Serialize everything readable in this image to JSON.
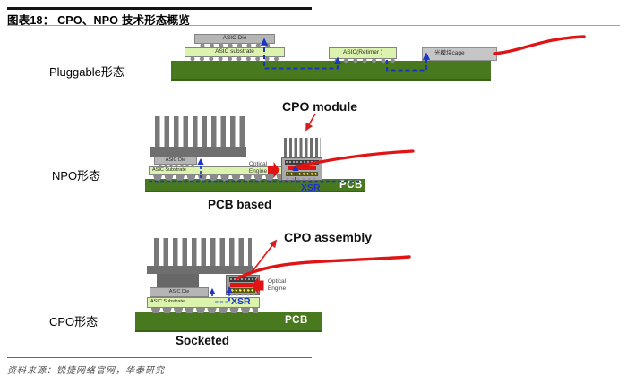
{
  "header": {
    "title": "图表18： CPO、NPO 技术形态概览"
  },
  "footer": {
    "source": "资料来源：锐捷网络官网，华泰研究"
  },
  "colors": {
    "pcb_green": "#49791e",
    "substrate_green": "#dcf3ae",
    "heatsink_gray": "#787878",
    "cage_gray": "#c6c6c6",
    "fiber_red": "#e01414",
    "signal_blue": "#1b35c6",
    "xsr_blue": "#1b2fd0",
    "title_rule_blue": "#8aa6c5"
  },
  "sections": {
    "pluggable": {
      "label": "Pluggable形态",
      "die": "ASIC Die",
      "substrate": "ASIC substrate",
      "retimer": "ASIC(Retimer )",
      "cage": "光模块cage"
    },
    "npo": {
      "label": "NPO形态",
      "callout": "CPO module",
      "die": "ASIC Die",
      "substrate": "ASIC Substrate",
      "optical_engine": "Optical Engine",
      "xsr": "XSR",
      "pcb": "PCB",
      "caption": "PCB based"
    },
    "cpo": {
      "label": "CPO形态",
      "callout": "CPO assembly",
      "die": "ASIC Die",
      "substrate": "ASIC Substrate",
      "optical_engine": "Optical Engine",
      "xsr": "XSR",
      "pcb": "PCB",
      "caption": "Socketed"
    }
  }
}
